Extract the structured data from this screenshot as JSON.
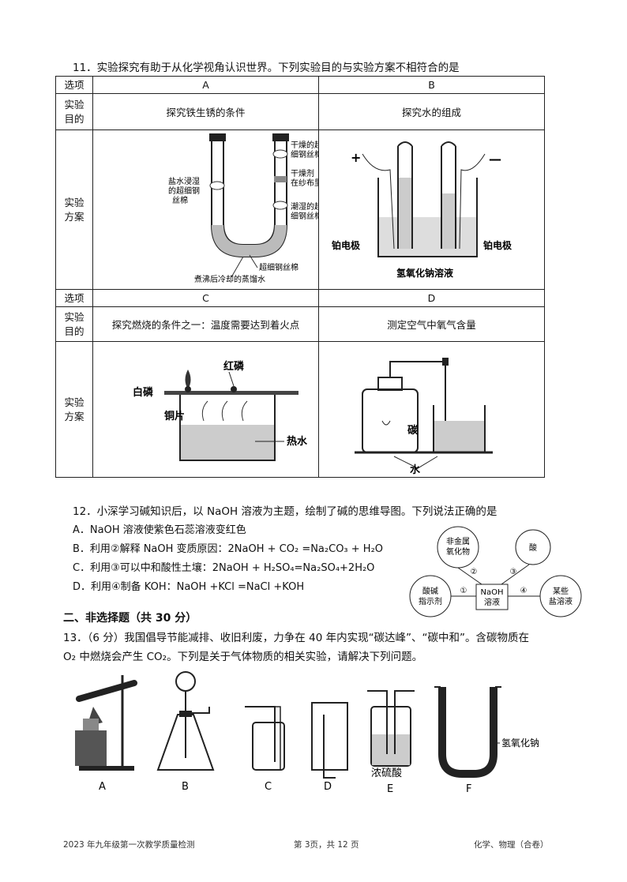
{
  "q11": {
    "stem": "11．实验探究有助于从化学视角认识世界。下列实验目的与实验方案不相符合的是",
    "header_label": "选项",
    "purpose_label_1": "实验",
    "purpose_label_2": "目的",
    "plan_label_1": "实验",
    "plan_label_2": "方案",
    "A": {
      "letter": "A",
      "purpose": "探究铁生锈的条件",
      "labels": {
        "dry_wool": "干燥的超",
        "dry_wool2": "细钢丝棉",
        "desiccant": "干燥剂（装",
        "desiccant2": "在纱布里）",
        "salt_wool": "盐水浸湿",
        "salt_wool2": "的超细钢",
        "salt_wool3": "丝棉",
        "wet_wool": "潮湿的超",
        "wet_wool2": "细钢丝棉",
        "wool": "超细钢丝棉",
        "water": "煮沸后冷却的蒸馏水"
      }
    },
    "B": {
      "letter": "B",
      "purpose": "探究水的组成",
      "labels": {
        "plus": "+",
        "minus": "—",
        "electrode_left": "铂电极",
        "electrode_right": "铂电极",
        "solution": "氢氧化钠溶液"
      }
    },
    "C": {
      "letter": "C",
      "purpose": "探究燃烧的条件之一：温度需要达到着火点",
      "labels": {
        "red_p": "红磷",
        "white_p": "白磷",
        "copper": "铜片",
        "hot_water": "热水"
      }
    },
    "D": {
      "letter": "D",
      "purpose": "测定空气中氧气含量",
      "labels": {
        "carbon": "碳",
        "water": "水"
      }
    }
  },
  "q12": {
    "stem": "12．小深学习碱知识后，以 NaOH 溶液为主题，绘制了碱的思维导图。下列说法正确的是",
    "options": [
      "A．NaOH 溶液使紫色石蕊溶液变红色",
      "B．利用②解释 NaOH 变质原因：2NaOH + CO₂ =Na₂CO₃ + H₂O",
      "C．利用③可以中和酸性土壤：2NaOH + H₂SO₄=Na₂SO₄+2H₂O",
      "D．利用④制备 KOH：NaOH +KCl =NaCl +KOH"
    ],
    "map": {
      "center1": "NaOH",
      "center2": "溶液",
      "nonmetal1": "非金属",
      "nonmetal2": "氧化物",
      "acid": "酸",
      "indicator1": "酸碱",
      "indicator2": "指示剂",
      "salt1": "某些",
      "salt2": "盐溶液",
      "n1": "①",
      "n2": "②",
      "n3": "③",
      "n4": "④"
    }
  },
  "section2": "二、非选择题（共 30 分）",
  "q13": {
    "line1": "13．（6 分）我国倡导节能减排、收旧利废，力争在 40 年内实现“碳达峰”、“碳中和”。含碳物质在",
    "line2": "O₂ 中燃烧会产生 CO₂。下列是关于气体物质的相关实验，请解决下列问题。",
    "apparatus": [
      "A",
      "B",
      "C",
      "D",
      "E",
      "F"
    ],
    "e_label": "浓硫酸",
    "f_label": "氢氧化钠"
  },
  "footer": {
    "left": "2023 年九年级第一次教学质量检测",
    "center": "第 3页，共 12 页",
    "right": "化学、物理（合卷）"
  }
}
